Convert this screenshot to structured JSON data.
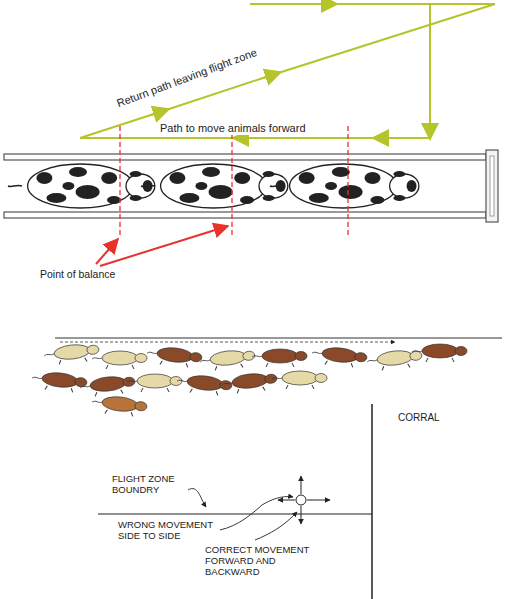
{
  "diagram": {
    "labels": [
      "Return path leaving flight zone",
      "Path to move animals forward",
      "Point of balance",
      "CORRAL",
      "FLIGHT ZONE BOUNDRY",
      "WRONG MOVEMENT SIDE TO SIDE",
      "CORRECT MOVEMENT FORWARD AND BACKWARD"
    ]
  }
}
